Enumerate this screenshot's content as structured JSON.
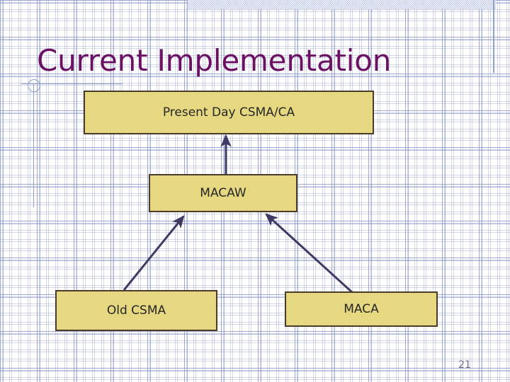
{
  "slide": {
    "title": "Current Implementation",
    "page_number": "21",
    "title_color": "#6b1063",
    "box_fill_color": "#e6d881",
    "box_border_color": "#4a3b2b",
    "arrow_color": "#3e3a63",
    "grid_color": "#8fa0c8",
    "page_number_color": "#736b84"
  },
  "diagram": {
    "nodes": [
      {
        "id": "present",
        "label": "Present Day CSMA/CA"
      },
      {
        "id": "macaw",
        "label": "MACAW"
      },
      {
        "id": "old_csma",
        "label": "Old CSMA"
      },
      {
        "id": "maca",
        "label": "MACA"
      }
    ],
    "edges": [
      {
        "from": "macaw",
        "to": "present",
        "direction": "up"
      },
      {
        "from": "old_csma",
        "to": "macaw",
        "direction": "up-right"
      },
      {
        "from": "maca",
        "to": "macaw",
        "direction": "up-left"
      }
    ]
  },
  "decoration": {
    "top_band": "checkered-band",
    "crosshair": "circle-crosshair-ornament"
  }
}
